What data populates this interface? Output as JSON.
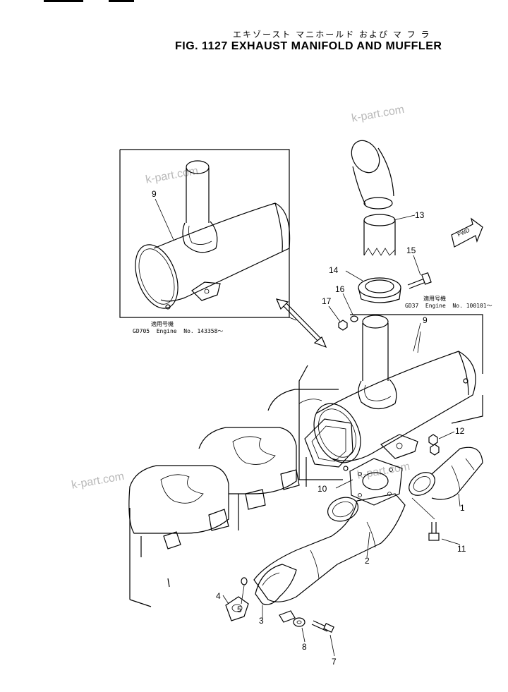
{
  "title": {
    "japanese": "エキゾースト マニホールド および マ フ ラ",
    "english": "FIG. 1127  EXHAUST MANIFOLD AND MUFFLER"
  },
  "notes": {
    "inset_applicable_label": "適用号機",
    "inset_applicable_engine": "GD705  Engine  No. 143358～",
    "main_applicable_label": "適用号機",
    "main_applicable_engine": "GD37  Engine  No. 100101～"
  },
  "fwd_arrow_label": "FWD",
  "callouts": [
    "1",
    "2",
    "3",
    "4",
    "5",
    "7",
    "8",
    "9",
    "10",
    "11",
    "12",
    "13",
    "14",
    "15",
    "16",
    "17"
  ],
  "inset_callout": "9",
  "watermark": "k-part.com",
  "colors": {
    "line": "#000000",
    "watermark": "#b9b9b9",
    "background": "#ffffff"
  }
}
